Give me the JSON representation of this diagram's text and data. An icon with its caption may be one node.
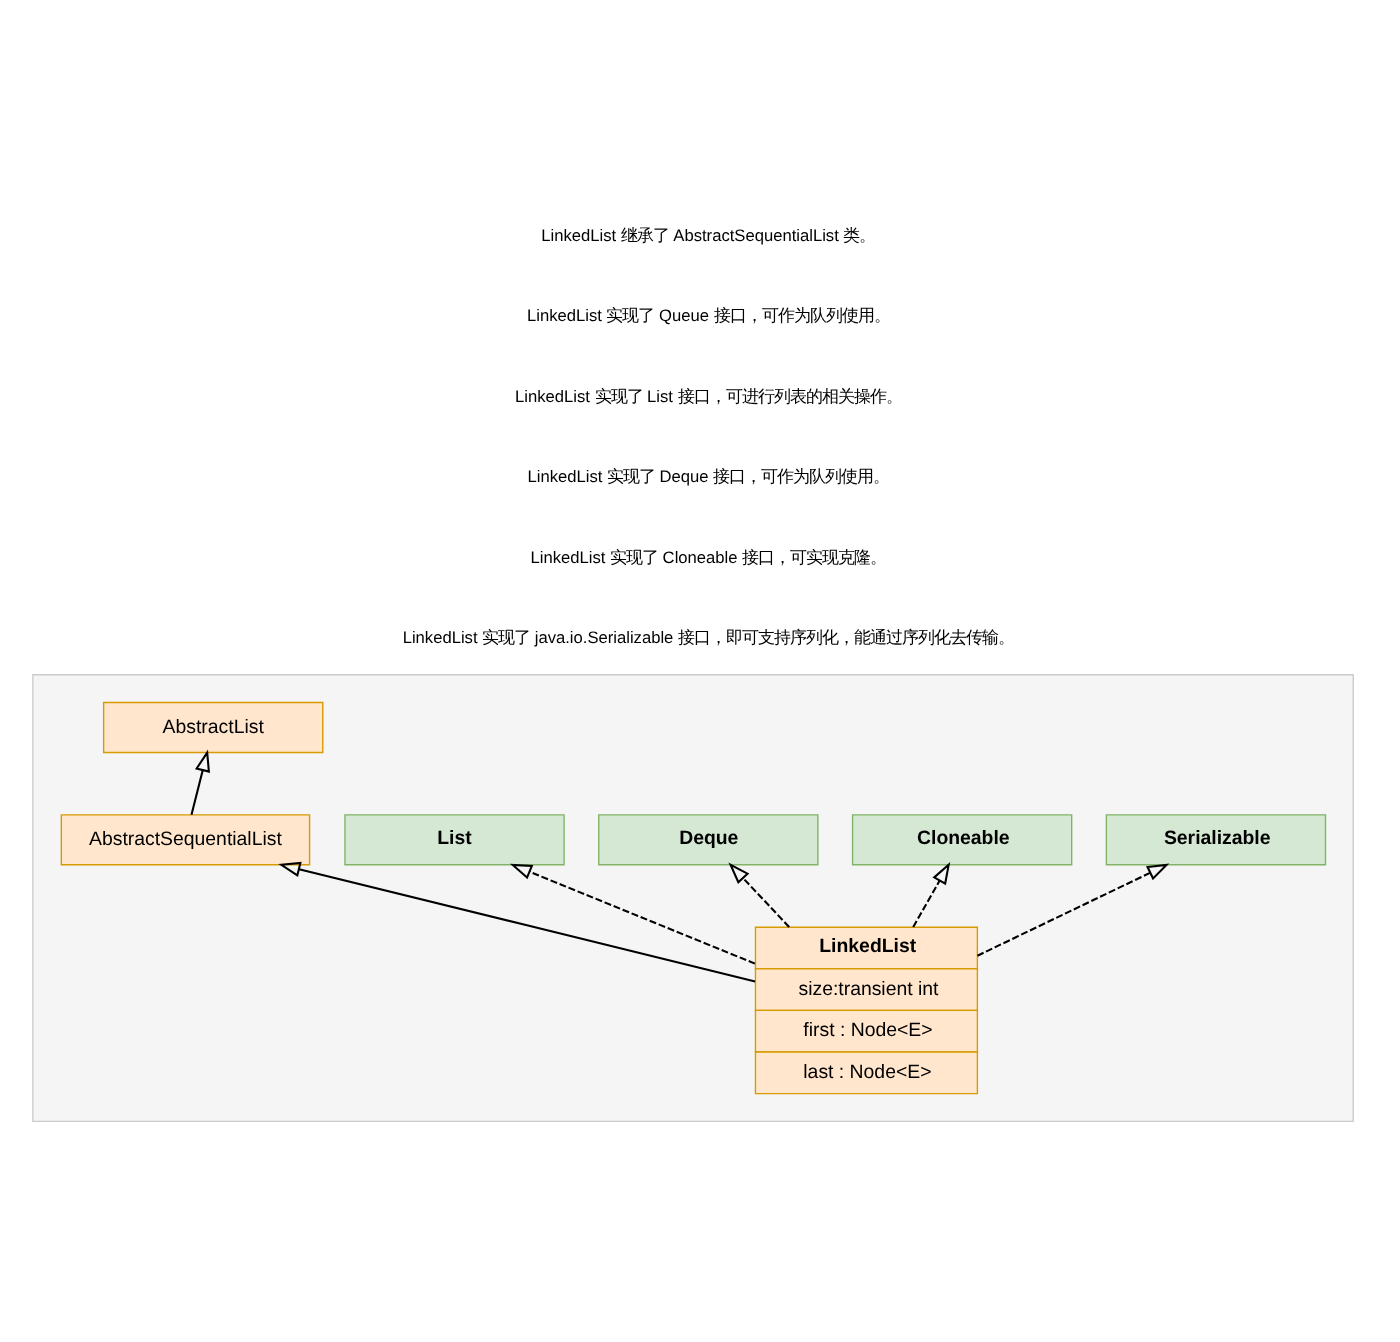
{
  "diagram": {
    "nodes": [
      {
        "text": [],
        "shape": "box"
      },
      {
        "text": [
          "AbstractList"
        ],
        "in": 0
      },
      {
        "text": [
          "AbstractSequentialList"
        ],
        "in": 0
      },
      {
        "text": [
          "List"
        ],
        "in": 0
      },
      {
        "text": [
          "Deque"
        ],
        "in": 0
      },
      {
        "text": [
          "Cloneable"
        ],
        "in": 0
      },
      {
        "text": [
          "Serializable"
        ],
        "in": 0
      },
      {
        "text": [
          "LinkedList",
          "size:transient int",
          "first : Node<E>",
          "last : Node<E>"
        ],
        "in": 0
      }
    ],
    "edges": [
      {
        "from": 2,
        "to": 1,
        "arrow": "to"
      },
      {
        "from": 7,
        "to": 2,
        "arrow": "to"
      },
      {
        "from": 7,
        "to": 3,
        "arrow": "to",
        "style": "dashed"
      },
      {
        "from": 7,
        "to": 4,
        "arrow": "to",
        "style": "dashed"
      },
      {
        "from": 7,
        "to": 5,
        "arrow": "to",
        "style": "dashed"
      },
      {
        "from": 7,
        "to": 6,
        "arrow": "to",
        "style": "dashed"
      }
    ],
    "labels": [
      "LinkedList 继承了 AbstractSequentialList 类。",
      "LinkedList 实现了 Queue 接口，可作为队列使用。",
      "LinkedList 实现了 List 接口，可进行列表的相关操作。",
      "LinkedList 实现了 Deque 接口，可作为队列使用。",
      "LinkedList 实现了 Cloneable 接口，可实现克隆。",
      "LinkedList 实现了 java.io.Serializable 接口，即可支持序列化，能通过序列化去传输。"
    ]
  }
}
